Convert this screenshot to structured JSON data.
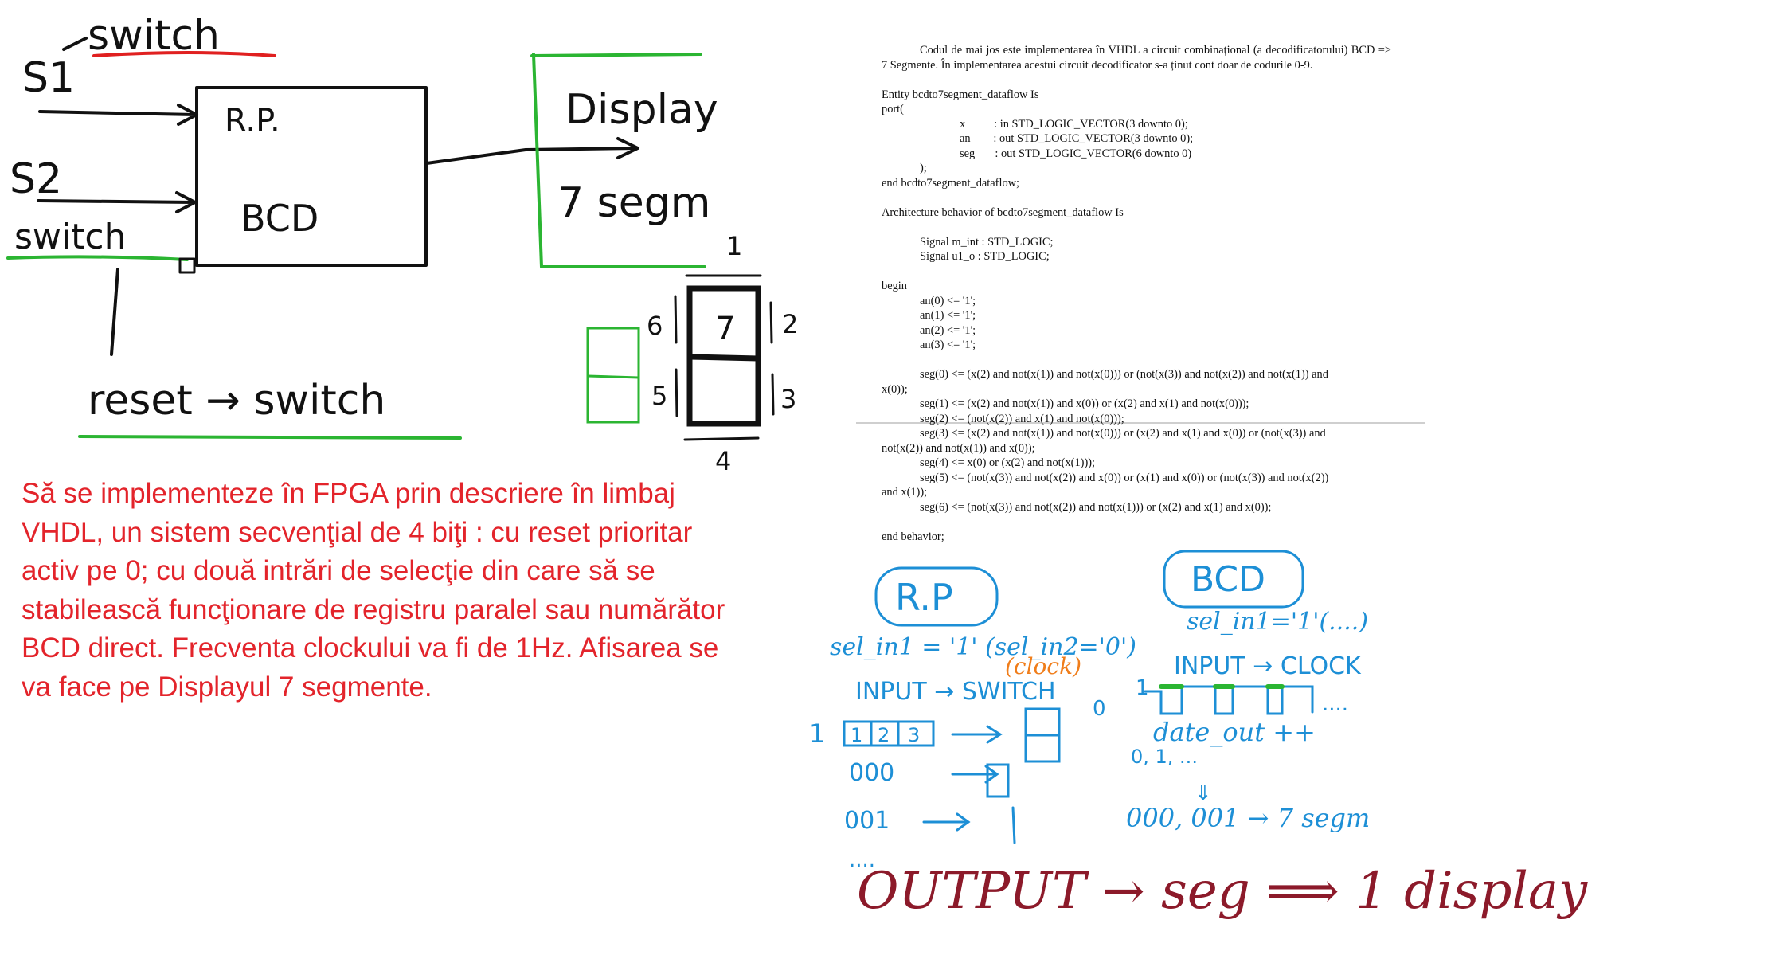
{
  "schematic": {
    "title_switch": "switch",
    "input_s1": "S1",
    "input_s2": "S2",
    "switch_label": "switch",
    "block_line1": "R.P.",
    "block_line2": "BCD",
    "output_line1": "Display",
    "output_line2": "7 segm",
    "reset_label": "reset → switch"
  },
  "seven_segment": {
    "digit": "7",
    "segment_labels": [
      "1",
      "2",
      "3",
      "4",
      "5",
      "6"
    ]
  },
  "task_text": "Să se implementeze în FPGA prin descriere în limbaj\nVHDL,  un sistem secvenţial de 4 biţi : cu reset prioritar\nactiv pe 0; cu două intrări de selecţie din care să se\nstabilească funcţionare de registru paralel sau numărător\nBCD direct. Frecventa clockului va fi de 1Hz. Afisarea se\nva face pe Displayul 7 segmente.",
  "code": {
    "intro": "Codul de mai jos este implementarea în VHDL a circuit combinațional (a decodificatorului) BCD => 7 Segmente. În implementarea acestui circuit decodificator s-a ținut cont doar de codurile 0-9.",
    "lines": [
      "",
      "Entity bcdto7segment_dataflow Is",
      "port(",
      "x          : in STD_LOGIC_VECTOR(3 downto 0);",
      "an        : out STD_LOGIC_VECTOR(3 downto 0);",
      "seg       : out STD_LOGIC_VECTOR(6 downto 0)",
      ");",
      "end bcdto7segment_dataflow;",
      "",
      "Architecture behavior of bcdto7segment_dataflow Is",
      "",
      "Signal m_int : STD_LOGIC;",
      "Signal u1_o : STD_LOGIC;",
      "",
      "begin",
      "an(0) <= '1';",
      "an(1) <= '1';",
      "an(2) <= '1';",
      "an(3) <= '1';",
      "",
      "seg(0) <= (x(2) and not(x(1)) and not(x(0))) or (not(x(3)) and not(x(2)) and not(x(1)) and",
      "x(0));",
      "seg(1) <= (x(2) and not(x(1)) and x(0)) or (x(2) and x(1) and not(x(0)));",
      "seg(2) <= (not(x(2)) and x(1) and not(x(0)));",
      "seg(3) <= (x(2) and not(x(1)) and not(x(0))) or (x(2) and x(1) and x(0)) or (not(x(3)) and",
      "not(x(2)) and not(x(1)) and x(0));",
      "seg(4) <= x(0) or (x(2) and not(x(1)));",
      "seg(5) <= (not(x(3)) and not(x(2)) and x(0)) or (x(1) and x(0)) or (not(x(3)) and not(x(2))",
      "and x(1));",
      "seg(6) <= (not(x(3)) and not(x(2)) and not(x(1))) or (x(2) and x(1) and x(0));",
      "",
      "end behavior;"
    ],
    "indent": [
      0,
      0,
      0,
      2,
      2,
      2,
      1,
      0,
      0,
      0,
      0,
      1,
      1,
      0,
      0,
      1,
      1,
      1,
      1,
      0,
      1,
      0,
      1,
      1,
      1,
      0,
      1,
      1,
      0,
      1,
      0,
      0
    ]
  },
  "notes": {
    "rp_box": "R.P",
    "bcd_box": "BCD",
    "sel_rp": "sel_in1 = '1' (sel_in2='0')",
    "clock_note": "(clock)",
    "input_switch": "INPUT → SWITCH",
    "register_cells": [
      "1",
      "2",
      "3"
    ],
    "register_leading": "1",
    "code_000": "000",
    "code_001": "001",
    "ellipsis": "....",
    "sel_bcd": "sel_in1='1'(....)",
    "input_clock": "INPUT → CLOCK",
    "pulse_start": "1",
    "pulse_zero": "0",
    "pulse_dots": "....",
    "date_out": "date_out ++",
    "count_seq": "0, 1, ...",
    "arrow_down": "⇓",
    "to_7segm": "000, 001 → 7 segm",
    "output_line": "OUTPUT → seg  ⟹  1 display"
  },
  "colors": {
    "task_red": "#e3242b",
    "ink_black": "#111111",
    "green": "#2bb532",
    "blue": "#1d8fd6",
    "orange": "#f07d1a",
    "maroon": "#8c1a2a",
    "underline_red": "#e02020"
  }
}
